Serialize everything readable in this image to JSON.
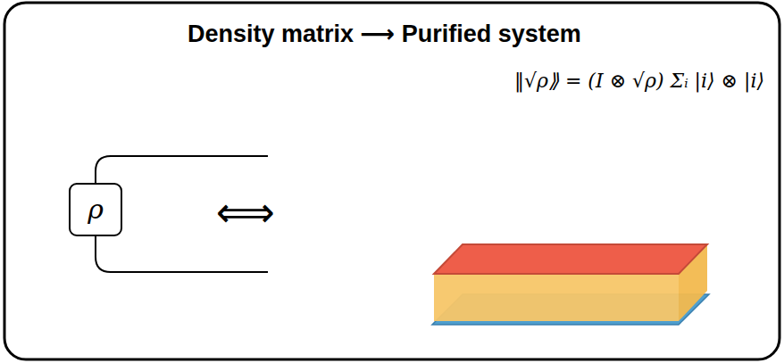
{
  "diagram": {
    "title": "Density matrix ⟶ Purified system",
    "nodes": [
      {
        "text": [
          "ρ"
        ]
      }
    ],
    "labels": [
      "‖√ρ⟫ = (I ⊗ √ρ) Σᵢ |i⟩ ⊗ |i⟩",
      "⟺"
    ]
  }
}
